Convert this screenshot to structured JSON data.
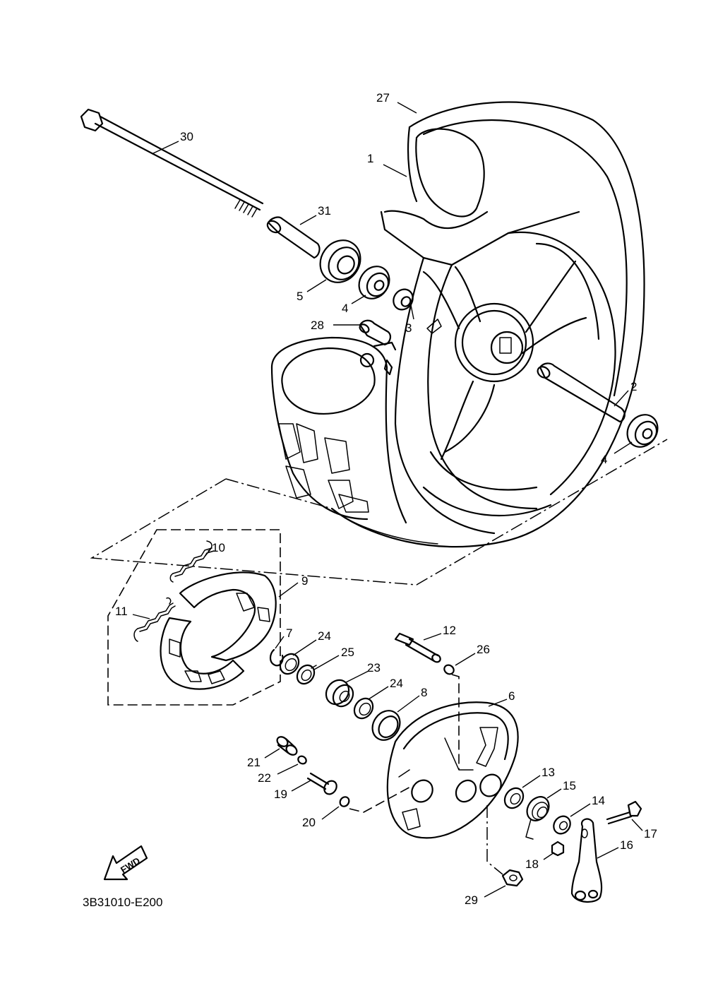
{
  "diagram_code": "3B31010-E200",
  "fwd_label": "FWD",
  "callouts": {
    "c1": "1",
    "c2": "2",
    "c3": "3",
    "c4a": "4",
    "c4b": "4",
    "c5": "5",
    "c6": "6",
    "c7": "7",
    "c8": "8",
    "c9": "9",
    "c10": "10",
    "c11": "11",
    "c12": "12",
    "c13": "13",
    "c14": "14",
    "c15": "15",
    "c16": "16",
    "c17": "17",
    "c18": "18",
    "c19": "19",
    "c20": "20",
    "c21": "21",
    "c22": "22",
    "c23": "23",
    "c24a": "24",
    "c24b": "24",
    "c25": "25",
    "c26": "26",
    "c27": "27",
    "c28": "28",
    "c29": "29",
    "c30": "30",
    "c31": "31"
  }
}
